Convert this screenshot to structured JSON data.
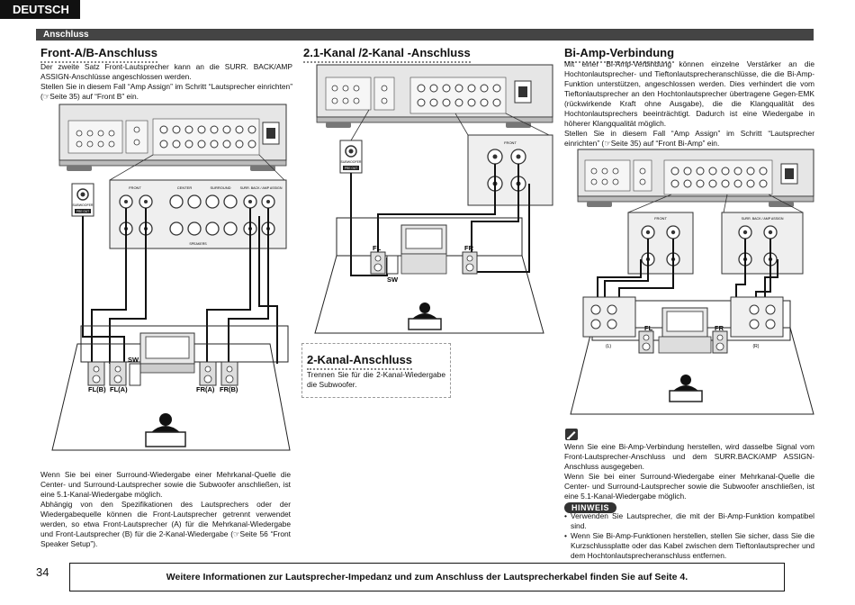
{
  "header": {
    "language": "DEUTSCH",
    "section": "Anschluss"
  },
  "col1": {
    "title": "Front-A/B-Anschluss",
    "intro": "Der zweite Satz Front-Lautsprecher kann an die SURR. BACK/AMP ASSIGN-Anschlüsse angeschlossen werden.",
    "intro2": "Stellen Sie in diesem Fall “Amp Assign” im Schritt “Lautsprecher einrichten” (☞Seite 35) auf “Front B” ein.",
    "labels": {
      "fl_b": "FL(B)",
      "fl_a": "FL(A)",
      "sw": "SW",
      "fr_a": "FR(A)",
      "fr_b": "FR(B)",
      "subwoofer": "SUBWOOFER",
      "pre_out": "PRE OUT",
      "speakers": "SPEAKERS",
      "front": "FRONT",
      "center": "CENTER",
      "surround": "SURROUND",
      "surr_back": "SURR. BACK / AMP ASSIGN"
    },
    "bottom1": "Wenn Sie bei einer Surround-Wiedergabe einer Mehrkanal-Quelle die Center- und Surround-Lautsprecher sowie die Subwoofer anschließen, ist eine 5.1-Kanal-Wiedergabe möglich.",
    "bottom2": "Abhängig von den Spezifikationen des Lautsprechers oder der Wiedergabequelle können die Front-Lautsprecher getrennt verwendet werden, so etwa Front-Lautsprecher (A) für die Mehrkanal-Wiedergabe und Front-Lautsprecher (B) für die 2-Kanal-Wiedergabe (☞Seite 56 “Front Speaker Setup”)."
  },
  "col2": {
    "title": "2.1-Kanal /2-Kanal -Anschluss",
    "labels": {
      "fl": "FL",
      "fr": "FR",
      "sw": "SW",
      "subwoofer": "SUBWOOFER",
      "pre_out": "PRE OUT",
      "front": "FRONT"
    },
    "sub_title": "2-Kanal-Anschluss",
    "sub_text": "Trennen Sie für die 2-Kanal-Wiedergabe die Subwoofer."
  },
  "col3": {
    "title": "Bi-Amp-Verbindung",
    "intro": "Mit einer Bi-Amp-Verbindung können einzelne Verstärker an die Hochtonlautsprecher- und Tieftonlautsprecheranschlüsse, die die Bi-Amp-Funktion unterstützen, angeschlossen werden. Dies verhindert die vom Tieftonlautsprecher an den Hochtonlautsprecher übertragene Gegen-EMK (rückwirkende Kraft ohne Ausgabe), die die Klangqualität des Hochtonlautsprechers beeinträchtigt. Dadurch ist eine Wiedergabe in höherer Klangqualität möglich.",
    "intro2": "Stellen Sie in diesem Fall “Amp Assign” im Schritt “Lautsprecher einrichten” (☞Seite 35) auf “Front Bi-Amp” ein.",
    "labels": {
      "fl": "FL",
      "fr": "FR",
      "l": "(L)",
      "r": "(R)",
      "front": "FRONT",
      "surr_back": "SURR. BACK / AMP ASSIGN"
    },
    "note1": "Wenn Sie eine Bi-Amp-Verbindung herstellen, wird dasselbe Signal vom Front-Lautsprecher-Anschluss und dem SURR.BACK/AMP ASSIGN-Anschluss ausgegeben.",
    "note2": "Wenn Sie bei einer Surround-Wiedergabe einer Mehrkanal-Quelle die Center- und Surround-Lautsprecher sowie die Subwoofer anschließen, ist eine 5.1-Kanal-Wiedergabe möglich.",
    "hinweis_label": "HINWEIS",
    "hinweis1": "Verwenden Sie Lautsprecher, die mit der Bi-Amp-Funktion kompatibel sind.",
    "hinweis2": "Wenn Sie Bi-Amp-Funktionen herstellen, stellen Sie sicher, dass Sie die Kurzschlussplatte oder das Kabel zwischen dem Tieftonlautsprecher und dem Hochtonlautsprecheranschluss entfernen."
  },
  "footer": {
    "page_number": "34",
    "note": "Weitere Informationen zur Lautsprecher-Impedanz und zum Anschluss der Lautsprecherkabel finden Sie auf  Seite 4."
  }
}
